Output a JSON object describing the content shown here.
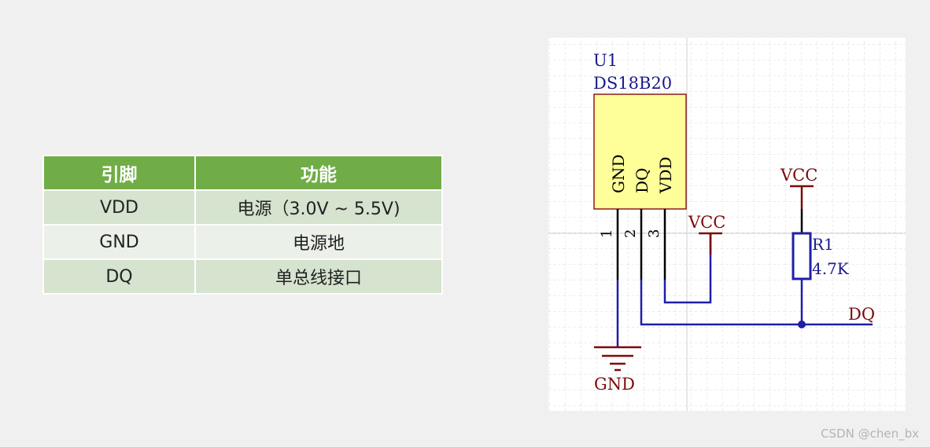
{
  "table": {
    "headers": [
      "引脚",
      "功能"
    ],
    "rows": [
      {
        "pin": "VDD",
        "function": "电源（3.0V ~ 5.5V)"
      },
      {
        "pin": "GND",
        "function": "电源地"
      },
      {
        "pin": "DQ",
        "function": "单总线接口"
      }
    ]
  },
  "schematic": {
    "chip": {
      "designator": "U1",
      "part": "DS18B20",
      "pins": [
        {
          "number": "1",
          "name": "GND"
        },
        {
          "number": "2",
          "name": "DQ"
        },
        {
          "number": "3",
          "name": "VDD"
        }
      ]
    },
    "resistor": {
      "designator": "R1",
      "value": "4.7K"
    },
    "power_labels": {
      "vcc_chip": "VCC",
      "vcc_resistor": "VCC",
      "ground": "GND"
    },
    "net_label": "DQ",
    "colors": {
      "wire": "#1f1fa6",
      "power": "#7a0b0b",
      "chip_fill": "#ffff99",
      "chip_border": "#8b1a1a",
      "label_blue": "#1a1a8c"
    }
  },
  "watermark": "CSDN @chen_bx"
}
